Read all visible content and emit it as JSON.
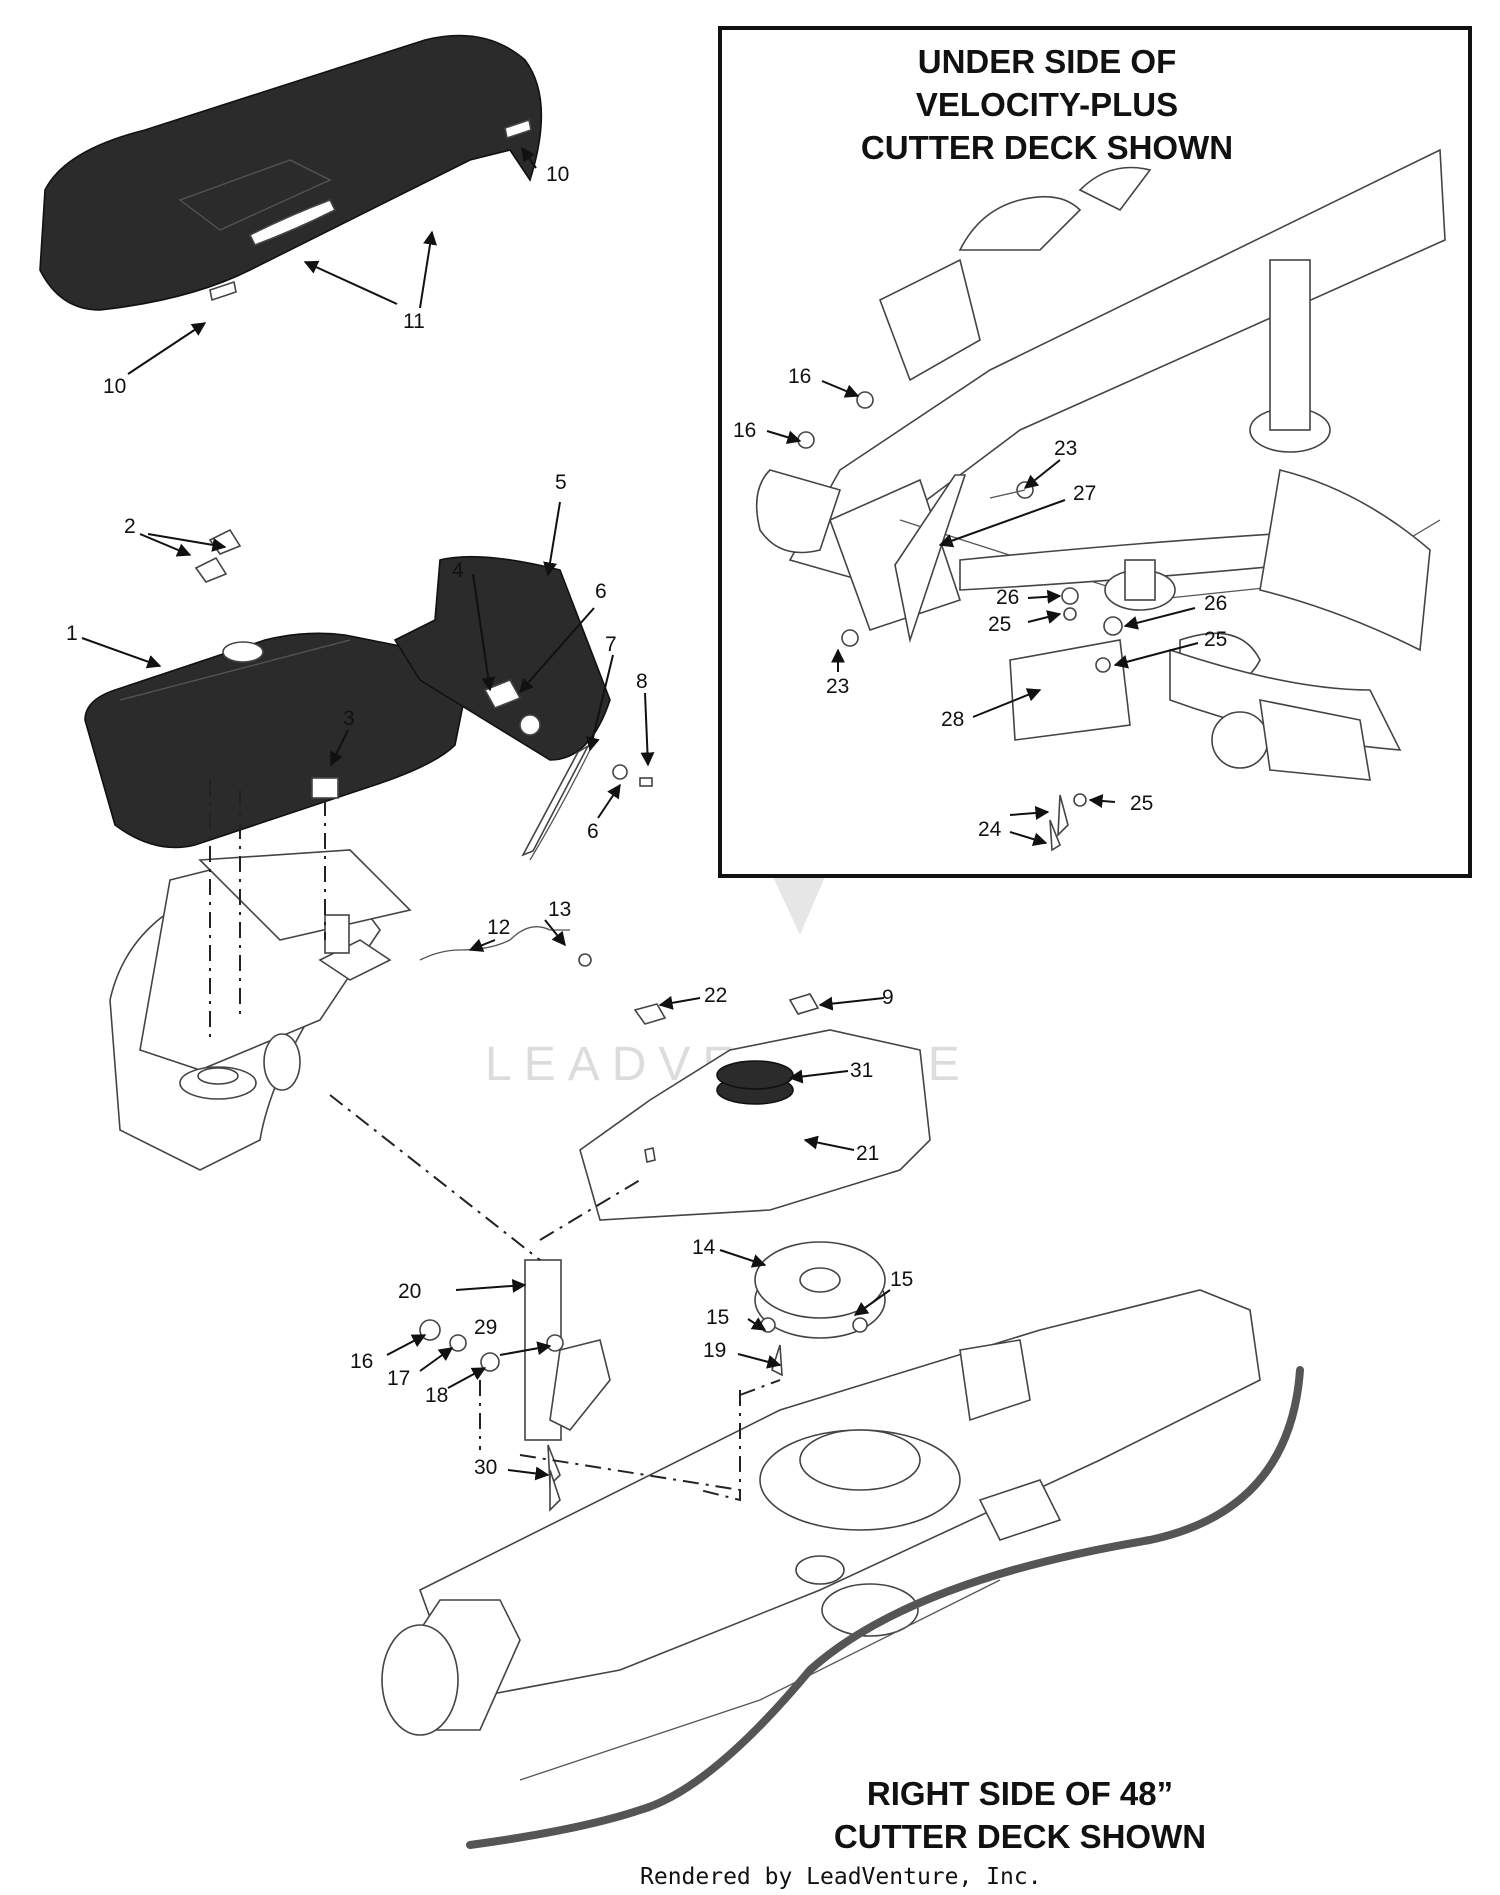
{
  "inset_title": [
    "UNDER SIDE OF",
    "VELOCITY-PLUS",
    "CUTTER DECK SHOWN"
  ],
  "main_caption": [
    "RIGHT SIDE OF 48”",
    "CUTTER DECK SHOWN"
  ],
  "footer": "Rendered by LeadVenture, Inc.",
  "watermark": "LEADVENTURE",
  "callouts": {
    "c1": "1",
    "c2": "2",
    "c3": "3",
    "c4": "4",
    "c5": "5",
    "c6a": "6",
    "c6b": "6",
    "c7": "7",
    "c8": "8",
    "c9": "9",
    "c10a": "10",
    "c10b": "10",
    "c11": "11",
    "c12": "12",
    "c13": "13",
    "c14": "14",
    "c15a": "15",
    "c15b": "15",
    "c16a": "16",
    "c17": "17",
    "c18": "18",
    "c19": "19",
    "c20": "20",
    "c21": "21",
    "c22": "22",
    "c29": "29",
    "c30": "30",
    "c31": "31",
    "i16a": "16",
    "i16b": "16",
    "i23a": "23",
    "i23b": "23",
    "i24": "24",
    "i25a": "25",
    "i25b": "25",
    "i25c": "25",
    "i26a": "26",
    "i26b": "26",
    "i27": "27",
    "i28": "28"
  }
}
